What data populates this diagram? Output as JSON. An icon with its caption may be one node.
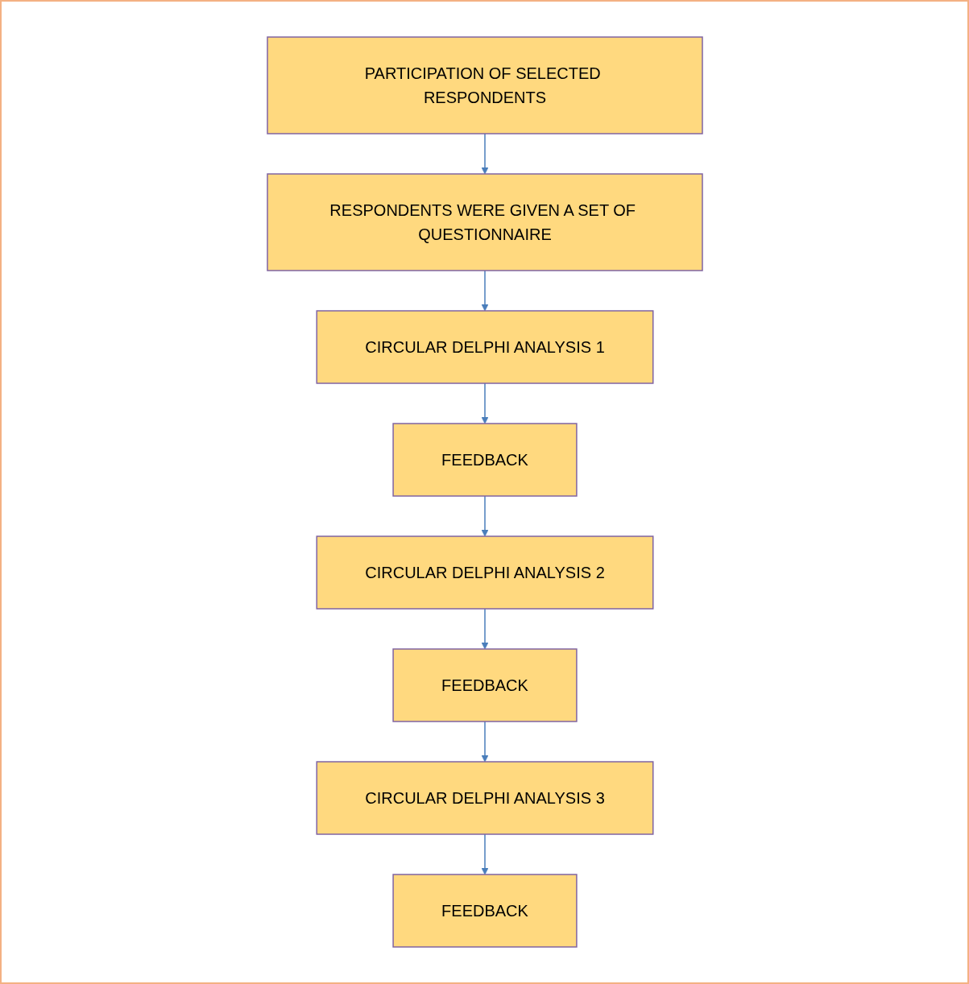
{
  "diagram": {
    "nodes": [
      {
        "text": [
          "PARTICIPATION OF SELECTED RESPONDENTS"
        ]
      },
      {
        "text": [
          "RESPONDENTS WERE GIVEN A SET OF QUESTIONNAIRE"
        ]
      },
      {
        "text": [
          "CIRCULAR DELPHI ANALYSIS 1"
        ]
      },
      {
        "text": [
          "FEEDBACK"
        ]
      },
      {
        "text": [
          "CIRCULAR DELPHI ANALYSIS 2"
        ]
      },
      {
        "text": [
          "FEEDBACK"
        ]
      },
      {
        "text": [
          "CIRCULAR DELPHI ANALYSIS 3"
        ]
      },
      {
        "text": [
          "FEEDBACK"
        ]
      }
    ],
    "edges": [
      {
        "from": 0,
        "to": 1,
        "arrow": "to"
      },
      {
        "from": 1,
        "to": 2,
        "arrow": "to"
      },
      {
        "from": 2,
        "to": 3,
        "arrow": "to"
      },
      {
        "from": 3,
        "to": 4,
        "arrow": "to"
      },
      {
        "from": 4,
        "to": 5,
        "arrow": "to"
      },
      {
        "from": 5,
        "to": 6,
        "arrow": "to"
      },
      {
        "from": 6,
        "to": 7,
        "arrow": "to"
      }
    ]
  }
}
